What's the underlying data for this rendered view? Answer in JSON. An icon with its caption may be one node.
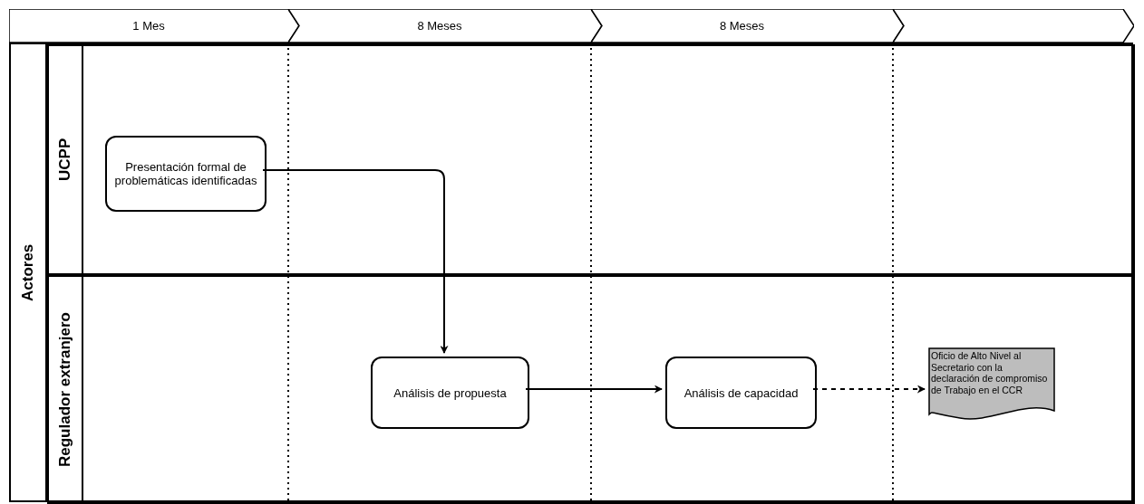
{
  "diagram": {
    "nodes": [
      {
        "text": [
          "1 Mes"
        ]
      },
      {
        "text": [
          "8 Meses"
        ]
      },
      {
        "text": [
          "8 Meses"
        ]
      },
      {
        "text": [],
        "shape": "chevron"
      },
      {
        "text": [
          "Actores"
        ]
      },
      {
        "text": [
          "UCPP"
        ],
        "in": 4
      },
      {
        "text": [
          "Regulador extranjero"
        ],
        "in": 4
      },
      {
        "text": [
          "Presentación formal de problemáticas identificadas"
        ],
        "in": 5
      },
      {
        "text": [
          "Análisis de propuesta"
        ],
        "in": 6
      },
      {
        "text": [
          "Análisis de capacidad"
        ],
        "in": 6
      },
      {
        "text": [
          "Oficio de Alto Nivel al Secretario con la declaración de compromiso de Trabajo en el CCR"
        ],
        "in": 6
      }
    ],
    "edges": [
      {
        "from": 7,
        "to": 8,
        "arrow": "to"
      },
      {
        "from": 8,
        "to": 9,
        "arrow": "to"
      },
      {
        "from": 9,
        "to": 10,
        "arrow": "to",
        "style": "dashed"
      }
    ]
  }
}
